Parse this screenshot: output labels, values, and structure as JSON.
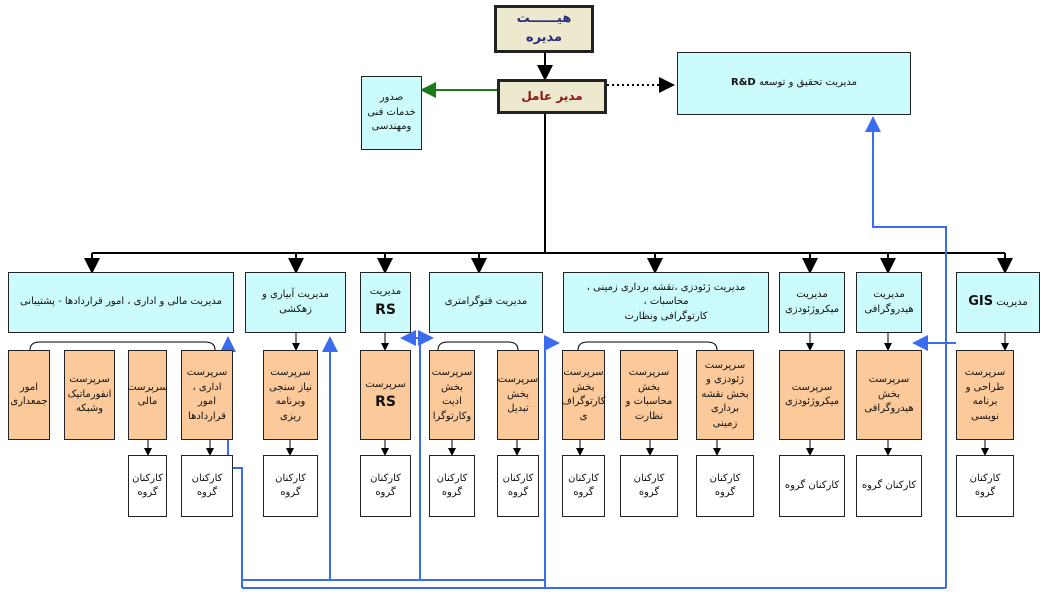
{
  "top": {
    "board": "هیــــــت مدیره",
    "ceo": "مدیر عامل",
    "issuance": "صدور\nخدمات فنی\nومهندسی",
    "rnd_prefix": "مدیریت تحقیق و توسعه",
    "rnd_abbr": "R&D"
  },
  "departments": {
    "finance": "مدیریت مالی و اداری ، امور قراردادها - پشتیبانی",
    "irrigation": "مدیریت آبیاری و\nزهکشی",
    "rs_prefix": "مدیریت",
    "rs_abbr": "RS",
    "photogrammetry": "مدیریت فتوگرامتری",
    "geodesy": "مدیریت ژئودزی ،نقشه برداری زمینی ، محاسبات ،\nکارتوگرافی ونظارت",
    "microgeodesy": "مدیریت\nمیکروژئودزی",
    "hydrography": "مدیریت\nهیدروگرافی",
    "gis_prefix": "مدیریت",
    "gis_abbr": "GIS"
  },
  "supervisors": {
    "assets": "امور\nجمعداری",
    "infomatics": "سرپرست\nانفورماتیک\nوشبکه",
    "financial": "سرپرست\nمالی",
    "admin": "سرپرست\nاداری ، امور\nقراردادها",
    "irrigation": "سرپرست\nنیاز سنجی\nوبرنامه ریزی",
    "rs_prefix": "سرپرست",
    "rs_abbr": "RS",
    "editing": "سرپرست\nبخش\nادیت\nوکارتوگرا",
    "conversion": "سرپرست\nبخش\nتبدیل",
    "cartography": "سرپرست\nبخش\nکارتوگراف\nی",
    "computation": "سرپرست\nبخش\nمحاسبات و\nنظارت",
    "geodesy": "سرپرست\nژئودزی و\nبخش نقشه\nبرداری زمینی",
    "microgeodesy": "سرپرست\nمیکروژئودزی",
    "hydrography": "سرپرست\nبخش\nهیدروگرافی",
    "gis": "سرپرست\nطراحی و\nبرنامه نویسی"
  },
  "staff": {
    "staff_wrapped": "کارکنان\nگروه",
    "staff_line": "کارکنان گروه"
  }
}
